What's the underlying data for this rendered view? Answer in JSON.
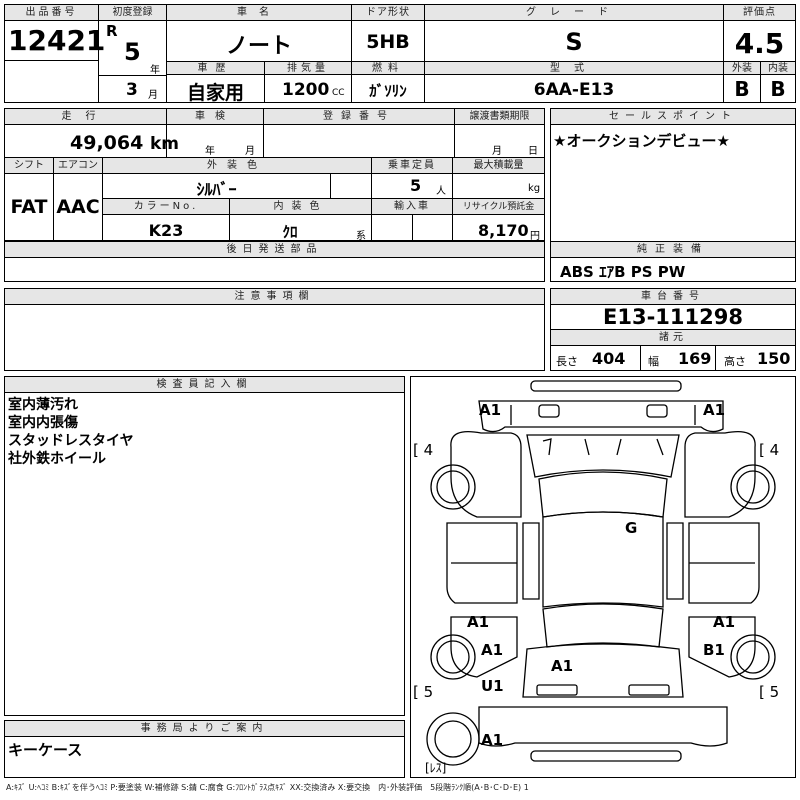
{
  "header": {
    "lot_label": "出品番号",
    "lot_no": "12421",
    "first_reg_label": "初度登録",
    "era": "R",
    "year": "5",
    "year_unit": "年",
    "month": "3",
    "month_unit": "月",
    "car_name_label": "車名",
    "car_name": "ノート",
    "door_label": "ドア形状",
    "door": "5HB",
    "grade_label": "グレード",
    "grade": "S",
    "score_label": "評価点",
    "score": "4.5",
    "history_label": "車歴",
    "history": "自家用",
    "displacement_label": "排気量",
    "displacement": "1200",
    "displacement_unit": "CC",
    "fuel_label": "燃料",
    "fuel": "ｶﾞｿﾘﾝ",
    "model_label": "型式",
    "model": "6AA-E13",
    "exterior_label": "外装",
    "exterior": "B",
    "interior_label": "内装",
    "interior": "B"
  },
  "spec": {
    "mileage_label": "走行",
    "mileage": "49,064",
    "mileage_unit": "km",
    "inspection_label": "車検",
    "inspection_year_unit": "年",
    "inspection_month_unit": "月",
    "reg_no_label": "登録番号",
    "transfer_label": "譲渡書類期限",
    "transfer_month_unit": "月",
    "transfer_day_unit": "日",
    "shift_label": "シフト",
    "shift": "FAT",
    "ac_label": "エアコン",
    "ac": "AAC",
    "color_label": "外装色",
    "color": "ｼﾙﾊﾞｰ",
    "capacity_label": "乗車定員",
    "capacity": "5",
    "capacity_unit": "人",
    "load_label": "最大積載量",
    "load_unit": "kg",
    "color_no_label": "カラーNo.",
    "color_no": "K23",
    "interior_color_label": "内装色",
    "interior_color": "ｸﾛ",
    "interior_color_unit": "系",
    "import_label": "輸入車",
    "recycle_label": "リサイクル預託金",
    "recycle": "8,170",
    "recycle_unit": "円"
  },
  "later_parts_label": "後日発送部品",
  "sales_point_label": "セールスポイント",
  "sales_point": "★オークションデビュー★",
  "equipment_label": "純正装備",
  "equipment": "ABS ｴｱB PS PW",
  "notes_label": "注意事項欄",
  "chassis_label": "車台番号",
  "chassis": "E13-111298",
  "dims_label": "諸元",
  "dims": {
    "length_label": "長さ",
    "length": "404",
    "width_label": "幅",
    "width": "169",
    "height_label": "高さ",
    "height": "150"
  },
  "inspector_label": "検査員記入欄",
  "inspector_notes": [
    "室内薄汚れ",
    "室内内張傷",
    "スタッドレスタイヤ",
    "社外鉄ホイール"
  ],
  "office_label": "事務局よりご案内",
  "office_notes": "キーケース",
  "diagram": {
    "marks": [
      "A1",
      "A1",
      "G",
      "A1",
      "A1",
      "A1",
      "B1",
      "A1",
      "U1",
      "A1"
    ],
    "tire_labels": [
      "[ 4",
      "[ 4",
      "[ 5",
      "[ 5"
    ],
    "spare": "[ﾚｽ]"
  },
  "legend": "A:ｷｽﾞ U:ﾍｺﾐ B:ｷｽﾞを伴うﾍｺﾐ P:要塗装 W:補修跡 S:錆 C:腐食 G:ﾌﾛﾝﾄｶﾞﾗｽ点ｷｽﾞ XX:交換済み X:要交換　内･外装評価　5段階ﾗﾝｸ順(A･B･C･D･E) 1"
}
